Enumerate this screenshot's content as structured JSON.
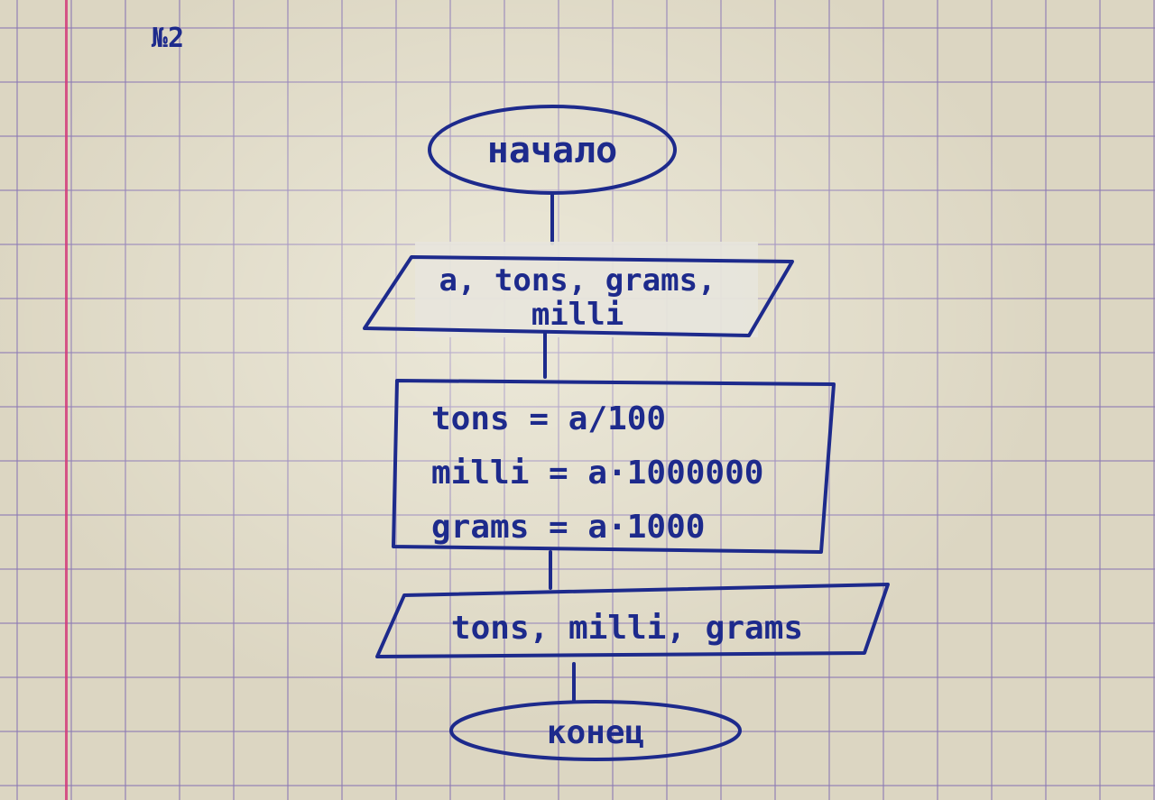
{
  "page": {
    "label": "№2",
    "ink_color": "#1d2a8c",
    "margin_color": "#d23c7a",
    "grid_color": "#8c78b4"
  },
  "flowchart": {
    "start": {
      "text": "начало",
      "shape": "terminator"
    },
    "input": {
      "line1": "a, tons, grams,",
      "line2": "milli",
      "shape": "parallelogram"
    },
    "process": {
      "shape": "rectangle",
      "lines": [
        "tons = a/100",
        "milli = a·1000000",
        "grams = a·1000"
      ]
    },
    "output": {
      "text": "tons, milli, grams",
      "shape": "parallelogram"
    },
    "end": {
      "text": "конец",
      "shape": "terminator"
    }
  }
}
